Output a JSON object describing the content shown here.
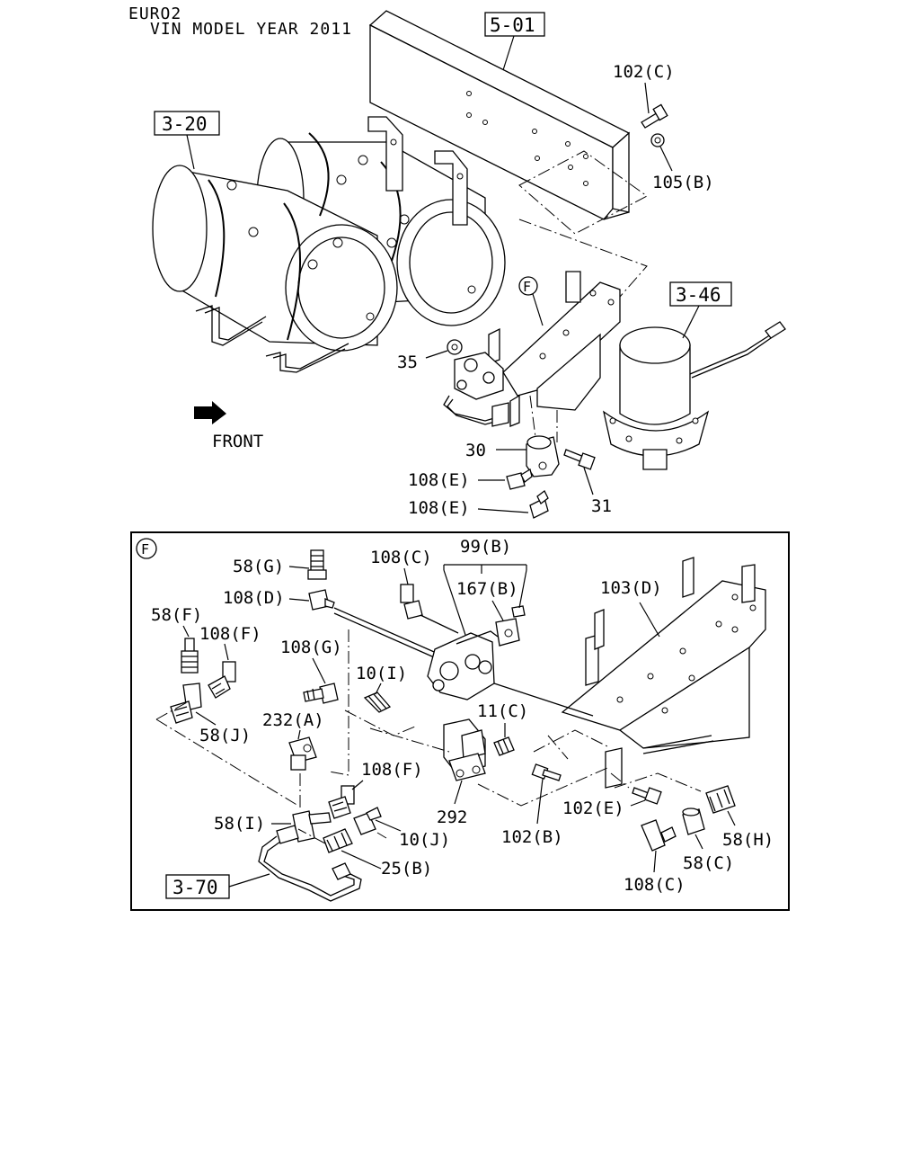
{
  "header": {
    "line1": "EURO2",
    "line2": "VIN MODEL YEAR 2011"
  },
  "refs": {
    "frame": "5-01",
    "tanks": "3-20",
    "dryer": "3-46",
    "pipe": "3-70"
  },
  "front_label": "FRONT",
  "detail_marker": "F",
  "top_labels": {
    "bolt_102c": "102(C)",
    "nut_105b": "105(B)",
    "nut_35": "35",
    "part_30": "30",
    "bolt_31": "31",
    "fitting_108e_1": "108(E)",
    "fitting_108e_2": "108(E)"
  },
  "detail_labels": {
    "l_58g": "58(G)",
    "l_108d": "108(D)",
    "l_58f": "58(F)",
    "l_108f_top": "108(F)",
    "l_108g": "108(G)",
    "l_58j": "58(J)",
    "l_108c_top": "108(C)",
    "l_99b": "99(B)",
    "l_167b": "167(B)",
    "l_103d": "103(D)",
    "l_10i": "10(I)",
    "l_11c": "11(C)",
    "l_232a": "232(A)",
    "l_108f_bot": "108(F)",
    "l_58i": "58(I)",
    "l_292": "292",
    "l_10j": "10(J)",
    "l_25b": "25(B)",
    "l_102e": "102(E)",
    "l_102b": "102(B)",
    "l_58h": "58(H)",
    "l_58c": "58(C)",
    "l_108c_bot": "108(C)"
  }
}
